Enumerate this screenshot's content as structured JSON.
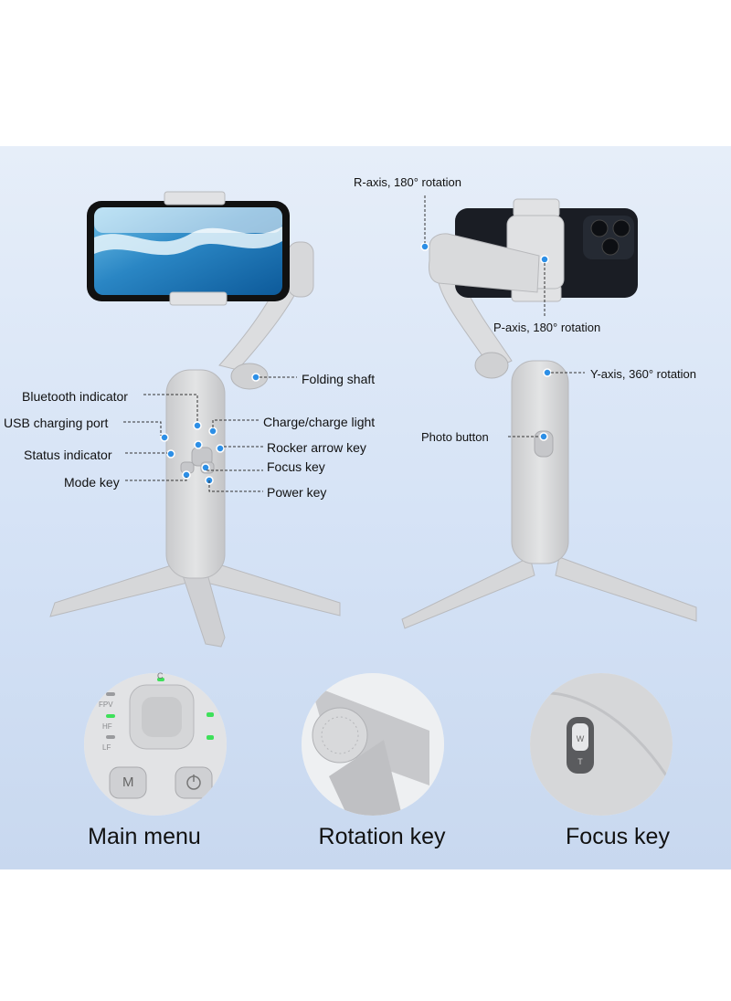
{
  "labels": {
    "left": {
      "bluetooth_indicator": "Bluetooth indicator",
      "usb_charging_port": "USB charging port",
      "status_indicator": "Status indicator",
      "mode_key": "Mode key",
      "folding_shaft": "Folding shaft",
      "charge_light": "Charge/charge light",
      "rocker_arrow_key": "Rocker arrow key",
      "focus_key": "Focus key",
      "power_key": "Power key"
    },
    "right": {
      "r_axis": "R-axis, 180° rotation",
      "p_axis": "P-axis, 180° rotation",
      "y_axis": "Y-axis, 360°  rotation",
      "photo_button": "Photo button"
    }
  },
  "closeups": {
    "main_menu": {
      "caption": "Main menu",
      "mode_labels": [
        "FPV",
        "HF",
        "LF"
      ],
      "button_m": "M",
      "top_mark": "C"
    },
    "rotation_key": {
      "caption": "Rotation key"
    },
    "focus_key": {
      "caption": "Focus key",
      "slider_marks": [
        "W",
        "T"
      ]
    }
  },
  "colors": {
    "background_top": "#e6eef9",
    "background_bottom": "#c8d8ef",
    "device_body": "#d9dadb",
    "callout_dot": "#2d8fe6",
    "led_green": "#3ee05a"
  }
}
